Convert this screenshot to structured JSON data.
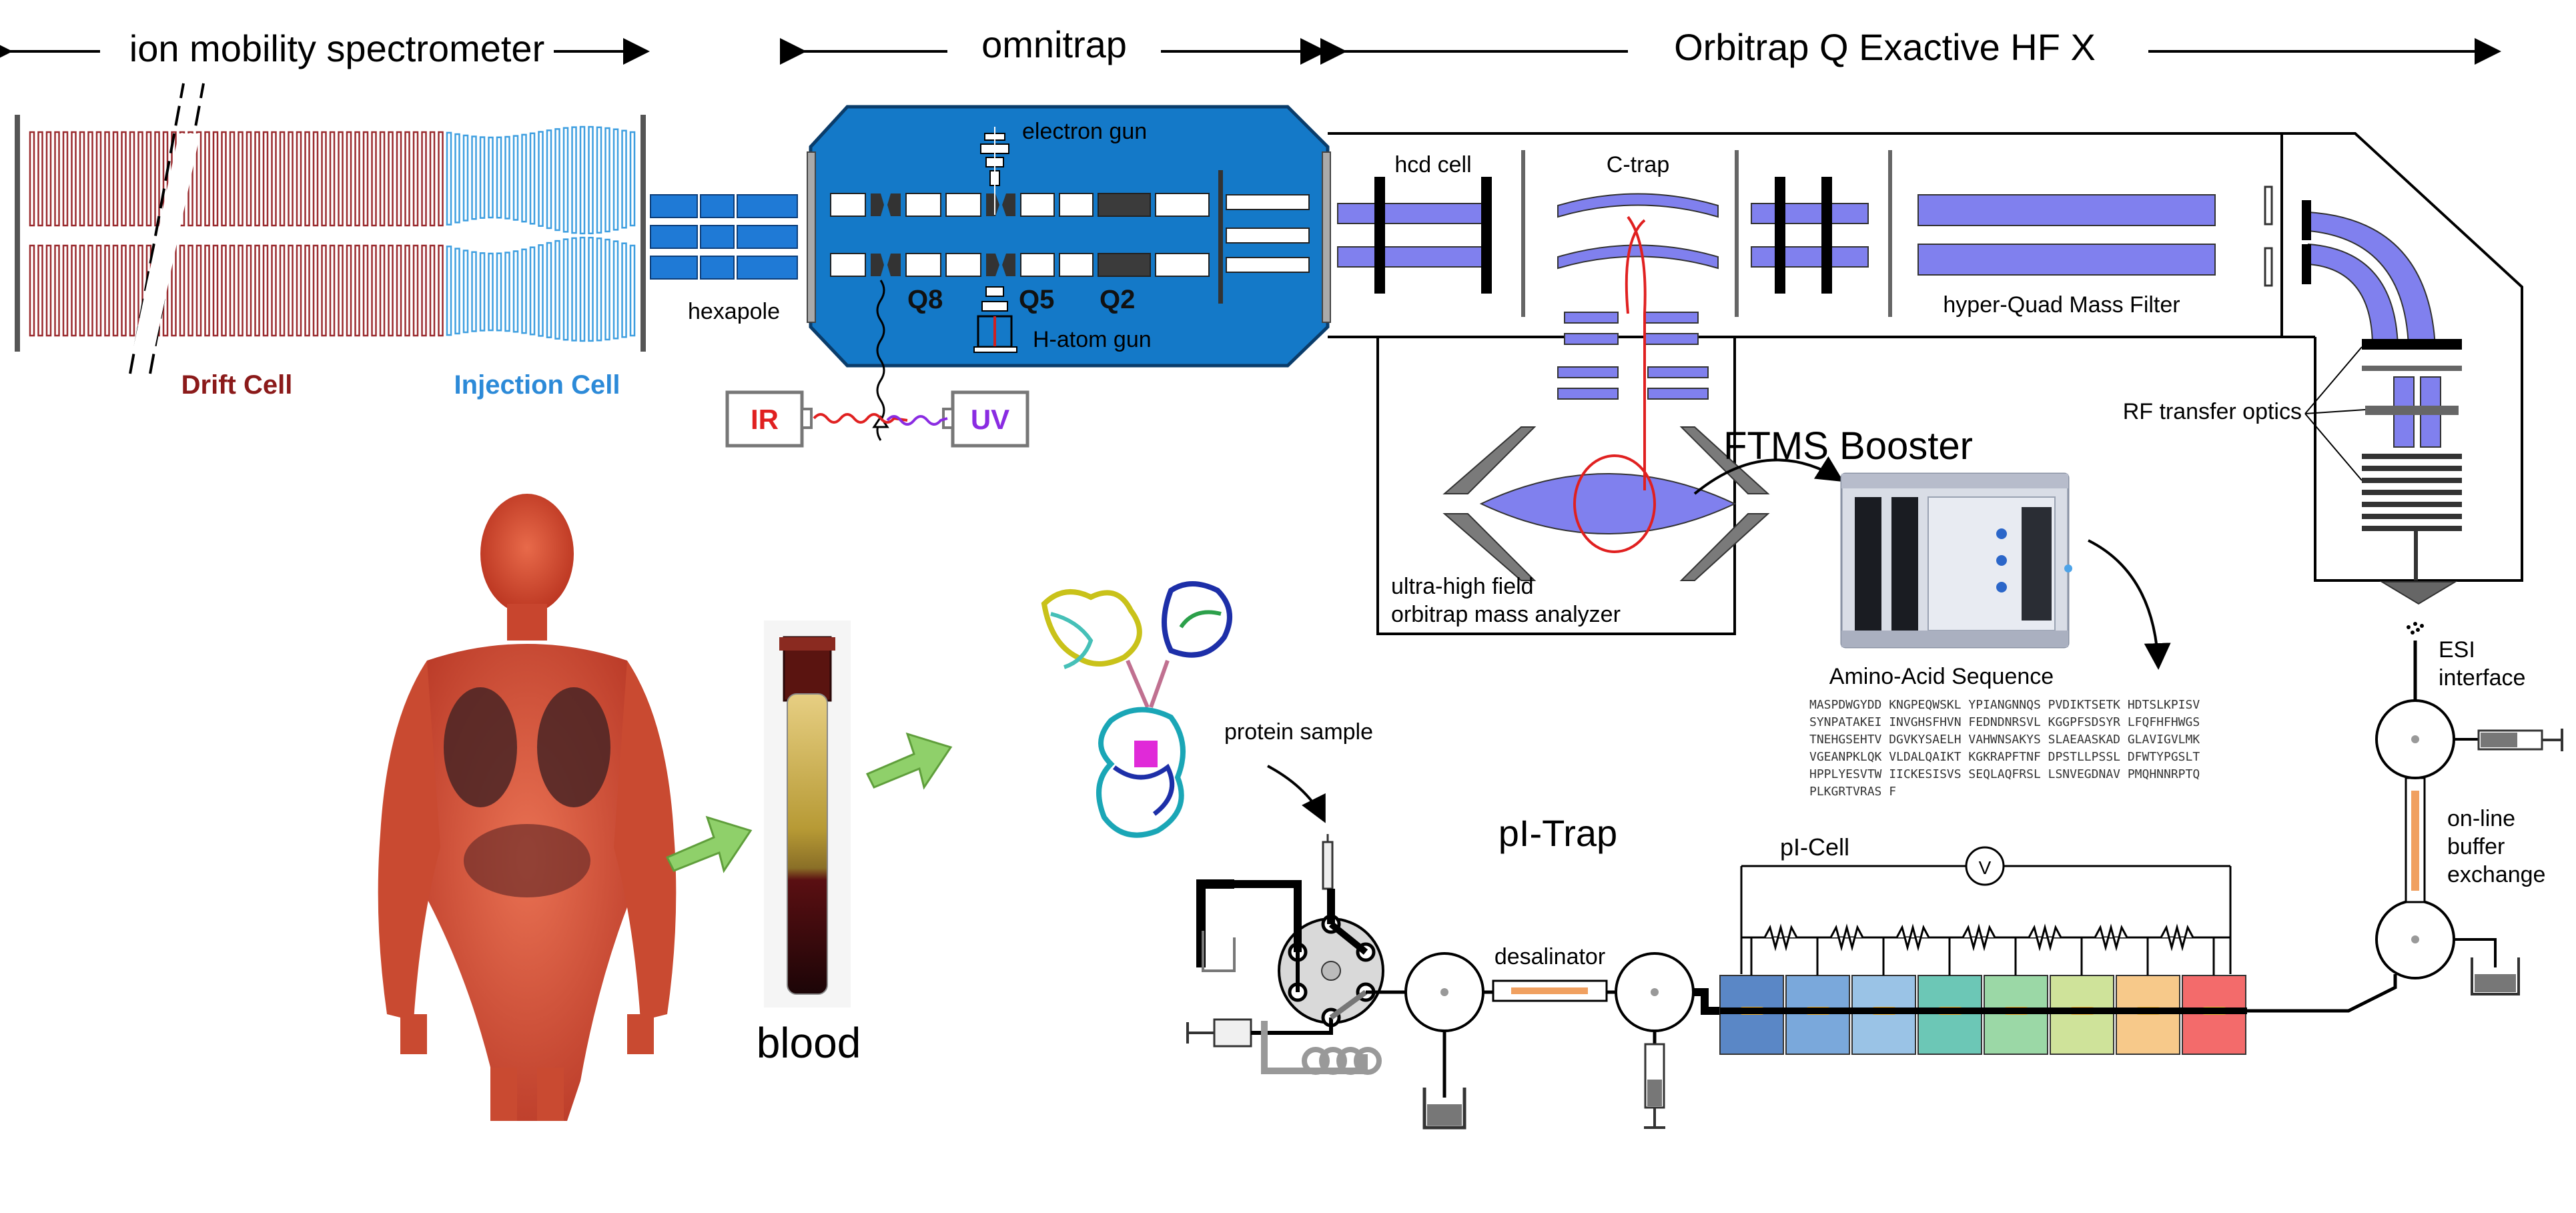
{
  "sections": {
    "ims": "ion mobility spectrometer",
    "omnitrap": "omnitrap",
    "orbitrap": "Orbitrap Q Exactive HF X"
  },
  "labels": {
    "drift_cell": "Drift Cell",
    "injection_cell": "Injection Cell",
    "hexapole": "hexapole",
    "electron_gun": "electron gun",
    "h_atom_gun": "H-atom gun",
    "q8": "Q8",
    "q5": "Q5",
    "q2": "Q2",
    "ir": "IR",
    "uv": "UV",
    "hcd_cell": "hcd cell",
    "c_trap": "C-trap",
    "hyper_quad": "hyper-Quad Mass Filter",
    "rf_transfer": "RF transfer optics",
    "orbitrap_analyzer_1": "ultra-high field",
    "orbitrap_analyzer_2": "orbitrap mass analyzer",
    "ftms_booster": "FTMS Booster",
    "amino_acid_title": "Amino-Acid Sequence",
    "esi_1": "ESI",
    "esi_2": "interface",
    "online_1": "on-line",
    "online_2": "buffer",
    "online_3": "exchange",
    "protein_sample": "protein sample",
    "pi_trap": "pI-Trap",
    "pi_cell": "pI-Cell",
    "voltmeter": "V",
    "desalinator": "desalinator",
    "blood": "blood"
  },
  "sequence_lines": [
    "MASPDWGYDD KNGPEQWSKL YPIANGNNQS PVDIKTSETK HDTSLKPISV",
    "SYNPATAKEI INVGHSFHVN FEDNDNRSVL KGGPFSDSYR LFQFHFHWGS",
    "TNEHGSEHTV DGVKYSAELH VAHWNSAKYS SLAEAASKAD GLAVIGVLMK",
    "VGEANPKLQK VLDALQAIKT KGKRAPFTNF DPSTLLPSSL DFWTYPGSLT",
    "HPPLYESVTW IICKESISVS SEQLAQFRSL LSNVEGDNAV PMQHNNRPTQ",
    "PLKGRTVRAS F"
  ],
  "colors": {
    "drift": "#9a2a2e",
    "injection": "#3f9fe0",
    "omnitrap_body": "#1479c8",
    "electrode_blue": "#1f7ad6",
    "quad_fill": "#8080ee",
    "ir": "#e02020",
    "uv": "#8a2be2",
    "green_arrow": "#8fd06a",
    "pi_cells": [
      "#5a87c6",
      "#7aa8db",
      "#9ac3e6",
      "#6cc7b6",
      "#9bd8a6",
      "#cfe39a",
      "#f7c98a",
      "#f36b6b"
    ]
  }
}
